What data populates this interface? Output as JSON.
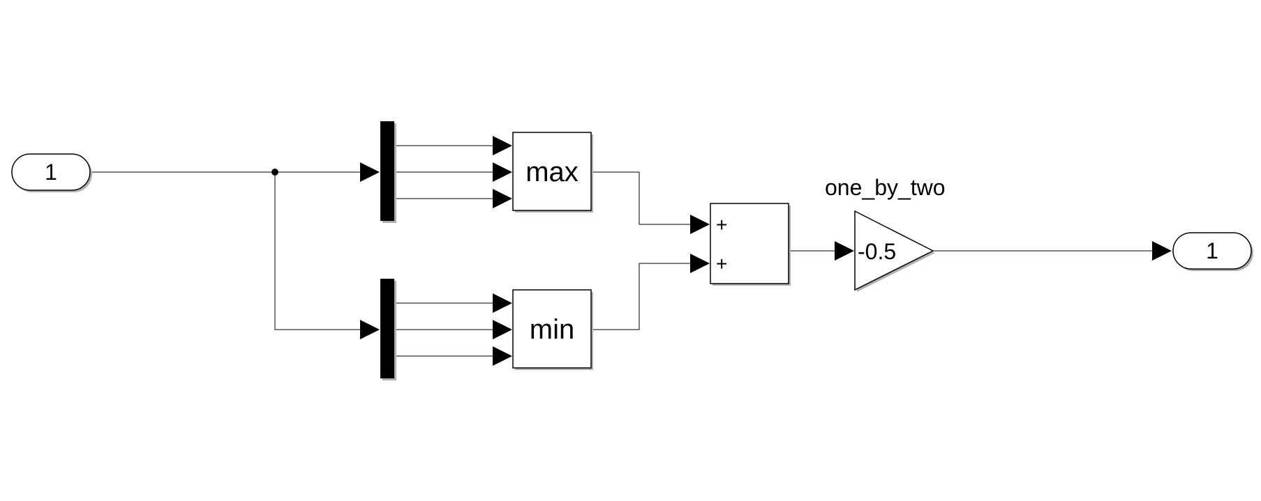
{
  "diagram": {
    "inport": {
      "label": "1"
    },
    "outport": {
      "label": "1"
    },
    "max_block": {
      "label": "max"
    },
    "min_block": {
      "label": "min"
    },
    "sum_block": {
      "signs": [
        "+",
        "+"
      ]
    },
    "gain_block": {
      "value": "-0.5",
      "name": "one_by_two"
    }
  }
}
